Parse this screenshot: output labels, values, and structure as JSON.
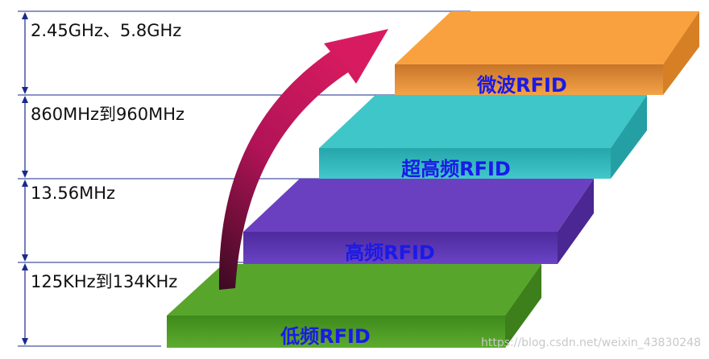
{
  "frequency_bands": [
    {
      "label": "2.45GHz、5.8GHz"
    },
    {
      "label": "860MHz到960MHz"
    },
    {
      "label": "13.56MHz"
    },
    {
      "label": "125KHz到134KHz"
    }
  ],
  "steps": [
    {
      "label": "低频RFID",
      "top_color": "#5aa52a",
      "front_color": "#4e9a1f"
    },
    {
      "label": "高频RFID",
      "top_color": "#6a3fbf",
      "front_color": "#5c2fb0"
    },
    {
      "label": "超高频RFID",
      "top_color": "#40c4c8",
      "front_color": "#2fb6bb"
    },
    {
      "label": "微波RFID",
      "top_color": "#f7a040",
      "front_color": "#e89330"
    }
  ],
  "arrow_color": "#c2185b",
  "watermark": "https://blog.csdn.net/weixin_43830248"
}
